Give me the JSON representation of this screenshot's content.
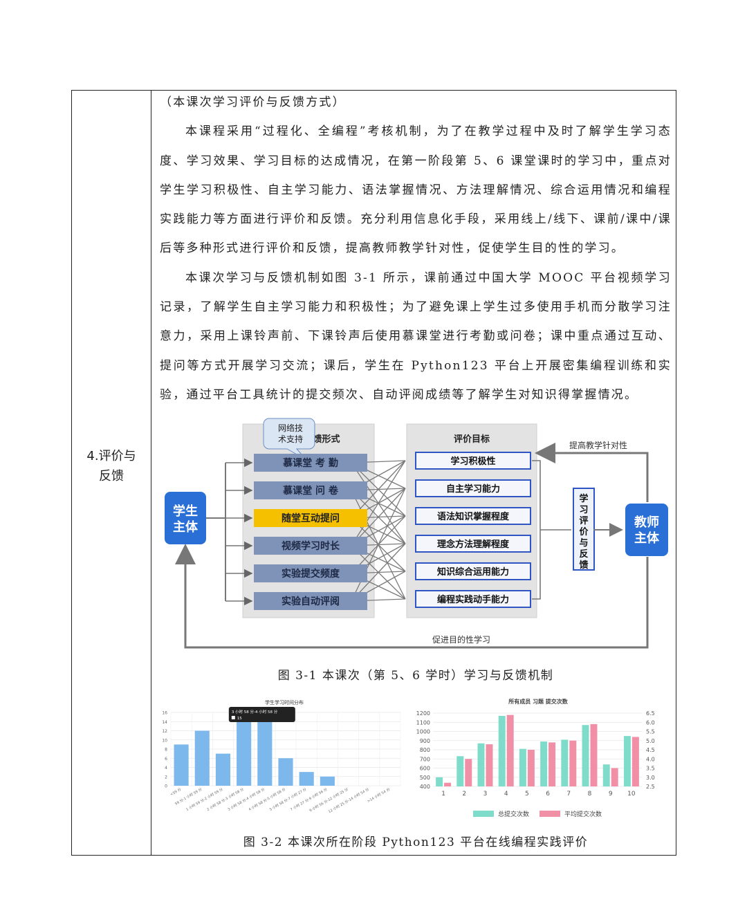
{
  "row_label": "4.评价与反馈",
  "paragraphs": {
    "heading": "（本课次学习评价与反馈方式）",
    "p1": "本课程采用“过程化、全编程”考核机制，为了在教学过程中及时了解学生学习态度、学习效果、学习目标的达成情况，在第一阶段第 5、6 课堂课时的学习中，重点对学生学习积极性、自主学习能力、语法掌握情况、方法理解情况、综合运用情况和编程实践能力等方面进行评价和反馈。充分利用信息化手段，采用线上/线下、课前/课中/课后等多种形式进行评价和反馈，提高教师教学针对性，促使学生目的性的学习。",
    "p2": "本课次学习与反馈机制如图 3-1 所示，课前通过中国大学 MOOC 平台视频学习记录，了解学生自主学习能力和积极性；为了避免课上学生过多使用手机而分散学习注意力，采用上课铃声前、下课铃声后使用慕课堂进行考勤或问卷；课中重点通过互动、提问等方式开展学习交流；课后，学生在 Python123 平台上开展密集编程训练和实验，通过平台工具统计的提交频次、自动评阅成绩等了解学生对知识得掌握情况。"
  },
  "diagram": {
    "support_bubble": "网络技术支持",
    "forms_title": "评价及反馈形式",
    "goals_title": "评价目标",
    "student": "学生主体",
    "teacher": "教师主体",
    "feedback_box": "学习评价与反馈",
    "top_arrow_label": "提高教学针对性",
    "bottom_arrow_label": "促进目的性学习",
    "forms": [
      "慕课堂 考 勤",
      "慕课堂 问 卷",
      "随堂互动提问",
      "视频学习时长",
      "实验提交频度",
      "实验自动评阅"
    ],
    "goals": [
      "学习积极性",
      "自主学习能力",
      "语法知识掌握程度",
      "理念方法理解程度",
      "知识综合运用能力",
      "编程实践动手能力"
    ],
    "highlight_color": "#f5c000",
    "form_color": "#7f92b8",
    "goal_border_color": "#2f55c4",
    "subject_color": "#2a6fd6"
  },
  "caption1": "图 3-1 本课次（第 5、6 学时）学习与反馈机制",
  "caption2": "图 3-2 本课次所在阶段 Python123 平台在线编程实践评价",
  "chart_data": [
    {
      "type": "bar",
      "title": "学生学习时间分布",
      "categories": [
        "<59 分",
        "59 分-1 小时 59 分",
        "1 小时 59 分-2 小时 59 分",
        "2 小时 58 分-3 小时 58 分",
        "3 小时 58 分-4 小时 58 分",
        "4 小时 58 分-5 小时 58 分",
        "5 小时 58 分-7 小时 27 分",
        "7 小时 27 分-9 小时 56 分",
        "9 小时 56 分-12 小时 25 分",
        "12 小时 25 分-14 小时 54 分",
        ">14 小时 54 分"
      ],
      "values": [
        9,
        12,
        7,
        16,
        15,
        6,
        3,
        2,
        0,
        0,
        0
      ],
      "ylim": [
        0,
        16
      ],
      "yticks": [
        0,
        2,
        4,
        6,
        8,
        10,
        12,
        14,
        16
      ],
      "tooltip": {
        "title": "3 小时 58 分-4 小时 58 分",
        "value": "15"
      },
      "color": "#7cb8ec",
      "grid": true
    },
    {
      "type": "bar",
      "title": "所有成员 习题 提交次数",
      "categories": [
        "1",
        "2",
        "3",
        "4",
        "5",
        "6",
        "7",
        "8",
        "9",
        "10"
      ],
      "series": [
        {
          "name": "总提交次数",
          "values": [
            500,
            730,
            870,
            1170,
            810,
            890,
            910,
            1070,
            640,
            950
          ],
          "color": "#7fdccb",
          "axis": "left"
        },
        {
          "name": "平均提交次数",
          "values": [
            2.7,
            4.0,
            4.8,
            6.4,
            4.5,
            4.9,
            5.0,
            5.9,
            3.5,
            5.2
          ],
          "color": "#f08fa6",
          "axis": "right"
        }
      ],
      "ylim_left": [
        400,
        1200
      ],
      "yticks_left": [
        400,
        500,
        600,
        700,
        800,
        900,
        1000,
        1100,
        1200
      ],
      "ylim_right": [
        2.5,
        6.5
      ],
      "yticks_right": [
        "2.5",
        "3.0",
        "3.5",
        "4.0",
        "4.5",
        "5.0",
        "5.5",
        "6.0",
        "6.5"
      ],
      "legend": "bottom",
      "grid": true
    }
  ]
}
